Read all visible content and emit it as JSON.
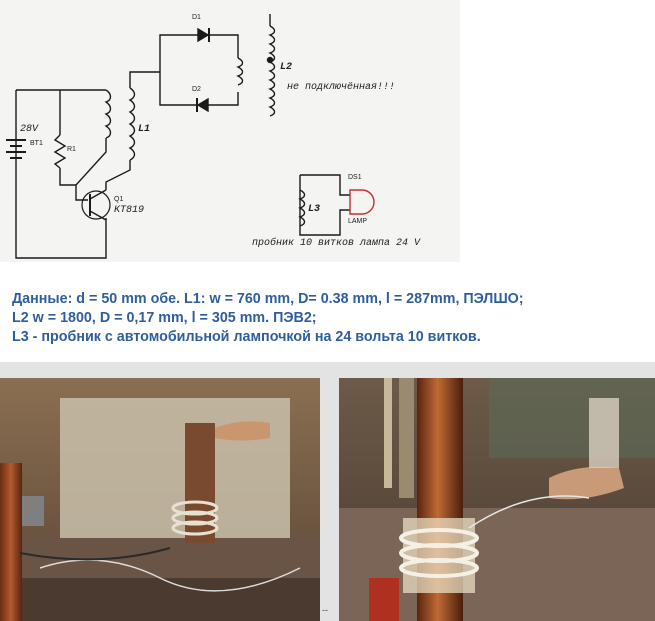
{
  "schematic": {
    "battery_voltage": "28V",
    "battery_ref": "BT1",
    "resistor_ref": "R1",
    "diode1_ref": "D1",
    "diode2_ref": "D2",
    "transistor_ref": "Q1",
    "transistor_part": "KT819",
    "coil1_label": "L1",
    "coil2_label": "L2",
    "coil2_note": "не подключённая!!!",
    "coil3_label": "L3",
    "lamp_ref": "DS1",
    "lamp_label": "LAMP",
    "probe_note": "пробник 10 витков лампа 24 V"
  },
  "description": {
    "line1": "Данные: d = 50 mm обе. L1: w = 760 mm, D= 0.38 mm, l = 287mm, ПЭЛШО;",
    "line2": "L2 w = 1800, D = 0,17 mm,  l = 305 mm. ПЭВ2;",
    "line3": "L3 - пробник с автомобильной лампочкой на 24 вольта 10 витков."
  },
  "photos": {
    "caption": "--"
  },
  "colors": {
    "description_text": "#2f5e9c",
    "schematic_background": "#f4f4f2"
  }
}
